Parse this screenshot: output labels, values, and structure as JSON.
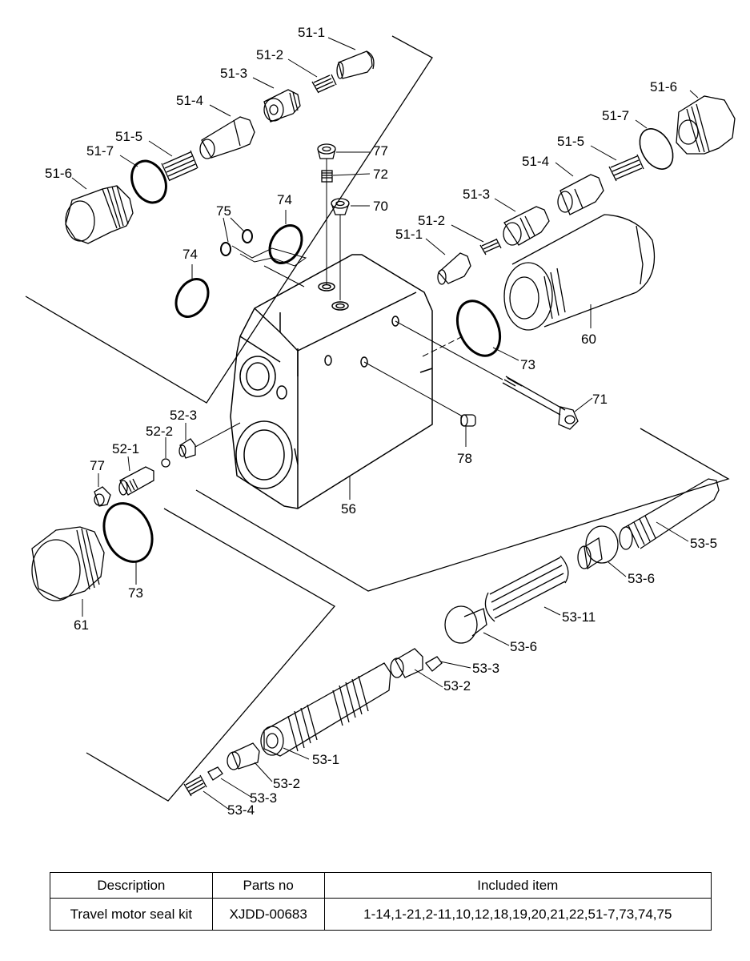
{
  "callouts": [
    {
      "id": "c-51-1-top",
      "text": "51-1"
    },
    {
      "id": "c-51-2-top",
      "text": "51-2"
    },
    {
      "id": "c-51-3-top",
      "text": "51-3"
    },
    {
      "id": "c-51-4-top",
      "text": "51-4"
    },
    {
      "id": "c-51-5-top",
      "text": "51-5"
    },
    {
      "id": "c-51-7-top",
      "text": "51-7"
    },
    {
      "id": "c-51-6-top",
      "text": "51-6"
    },
    {
      "id": "c-51-6-right",
      "text": "51-6"
    },
    {
      "id": "c-51-7-right",
      "text": "51-7"
    },
    {
      "id": "c-51-5-right",
      "text": "51-5"
    },
    {
      "id": "c-51-4-right",
      "text": "51-4"
    },
    {
      "id": "c-51-3-right",
      "text": "51-3"
    },
    {
      "id": "c-51-2-right",
      "text": "51-2"
    },
    {
      "id": "c-51-1-right",
      "text": "51-1"
    },
    {
      "id": "c-77-top",
      "text": "77"
    },
    {
      "id": "c-72",
      "text": "72"
    },
    {
      "id": "c-70",
      "text": "70"
    },
    {
      "id": "c-74-a",
      "text": "74"
    },
    {
      "id": "c-75",
      "text": "75"
    },
    {
      "id": "c-74-b",
      "text": "74"
    },
    {
      "id": "c-60",
      "text": "60"
    },
    {
      "id": "c-73-right",
      "text": "73"
    },
    {
      "id": "c-71",
      "text": "71"
    },
    {
      "id": "c-52-3",
      "text": "52-3"
    },
    {
      "id": "c-52-2",
      "text": "52-2"
    },
    {
      "id": "c-52-1",
      "text": "52-1"
    },
    {
      "id": "c-77-left",
      "text": "77"
    },
    {
      "id": "c-78",
      "text": "78"
    },
    {
      "id": "c-56",
      "text": "56"
    },
    {
      "id": "c-73-left",
      "text": "73"
    },
    {
      "id": "c-61",
      "text": "61"
    },
    {
      "id": "c-53-5",
      "text": "53-5"
    },
    {
      "id": "c-53-6-a",
      "text": "53-6"
    },
    {
      "id": "c-53-11",
      "text": "53-11"
    },
    {
      "id": "c-53-6-b",
      "text": "53-6"
    },
    {
      "id": "c-53-3-a",
      "text": "53-3"
    },
    {
      "id": "c-53-2-a",
      "text": "53-2"
    },
    {
      "id": "c-53-1",
      "text": "53-1"
    },
    {
      "id": "c-53-2-b",
      "text": "53-2"
    },
    {
      "id": "c-53-3-b",
      "text": "53-3"
    },
    {
      "id": "c-53-4",
      "text": "53-4"
    }
  ],
  "table": {
    "headers": [
      "Description",
      "Parts no",
      "Included item"
    ],
    "rows": [
      [
        "Travel motor seal kit",
        "XJDD-00683",
        "1-14,1-21,2-11,10,12,18,19,20,21,22,51-7,73,74,75"
      ]
    ]
  }
}
